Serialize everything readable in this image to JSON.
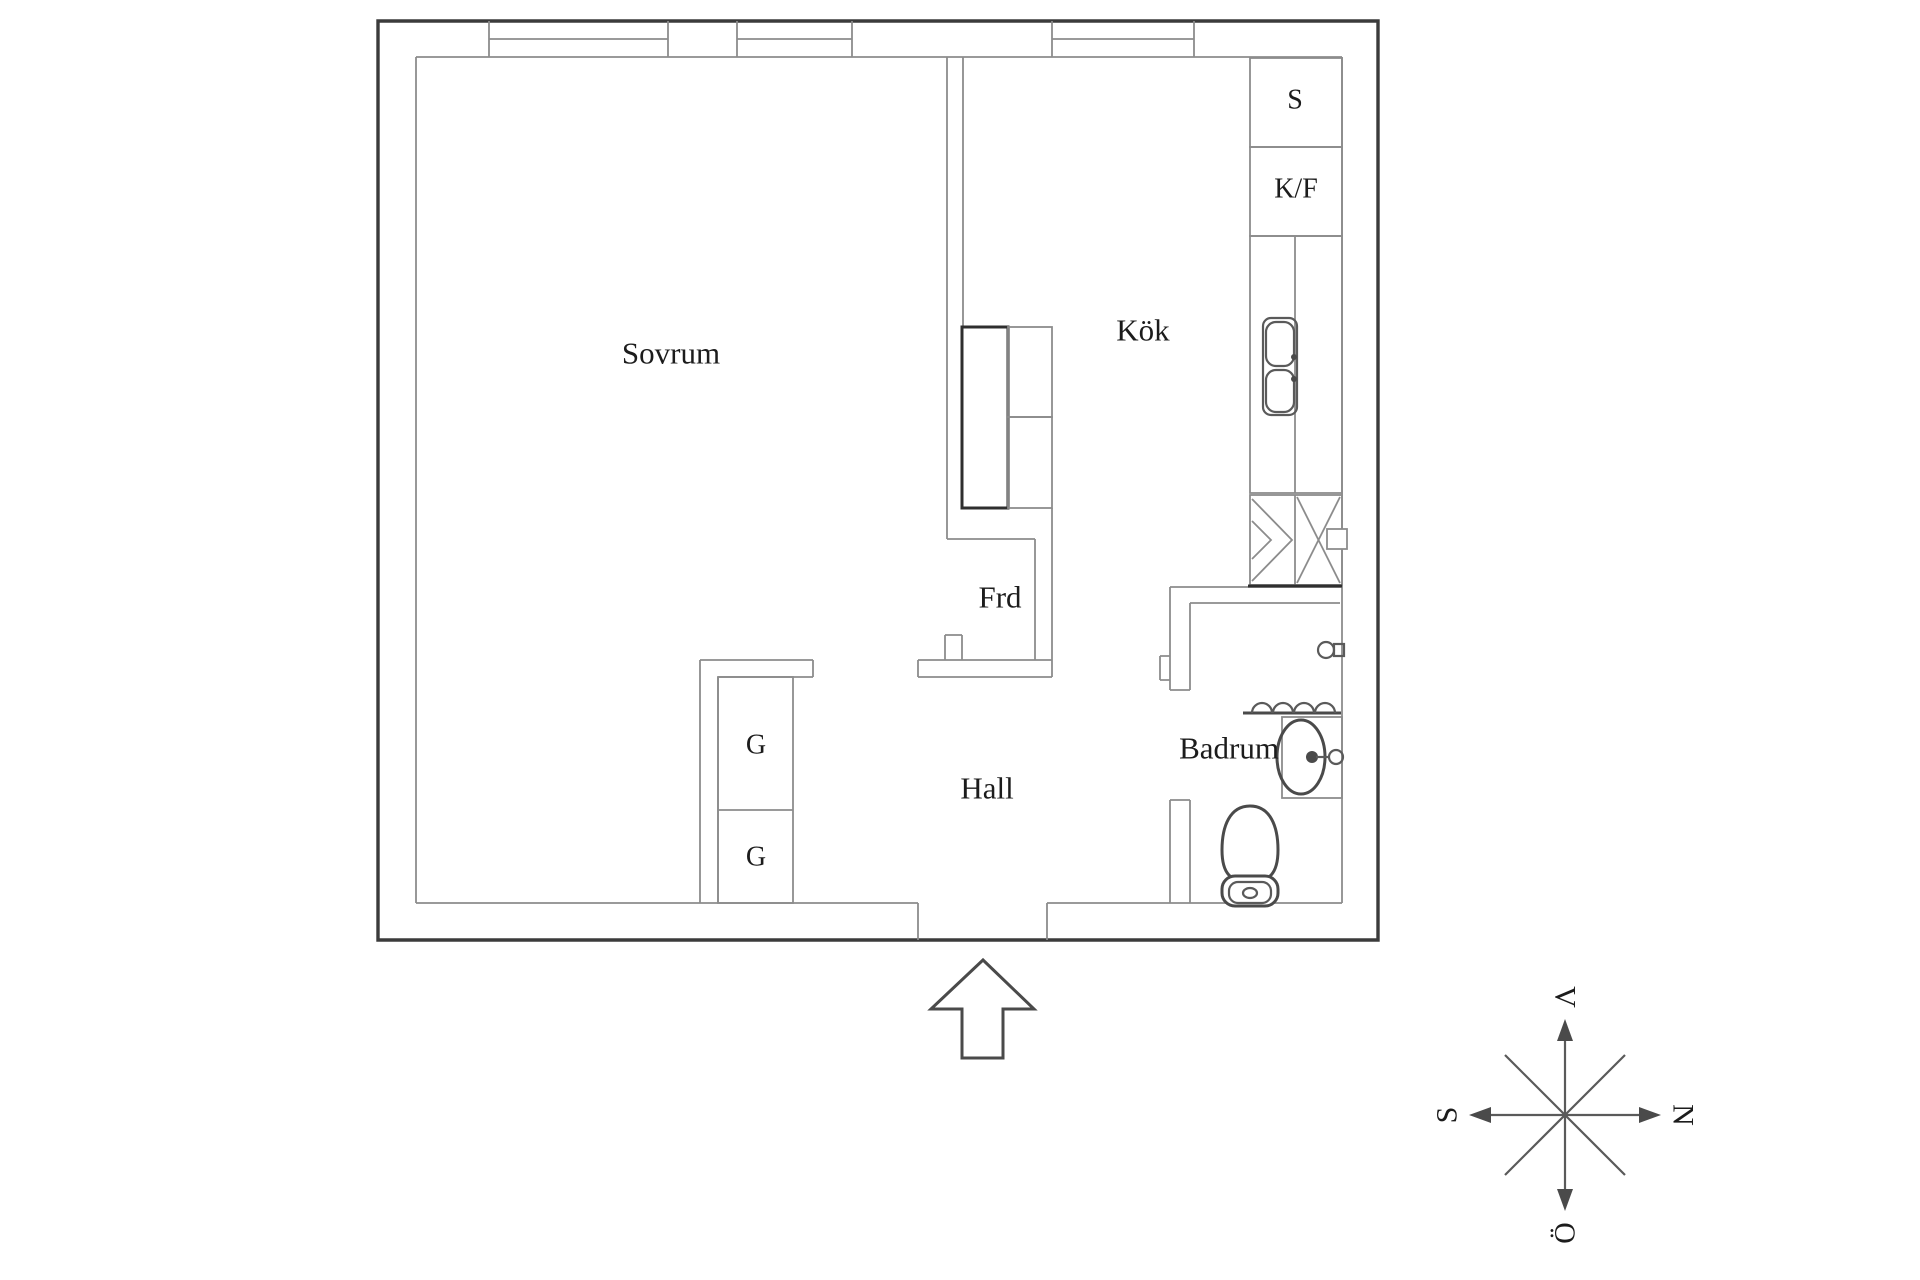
{
  "floor_plan": {
    "rooms": {
      "bedroom": "Sovrum",
      "kitchen": "Kök",
      "storage": "Frd",
      "hall": "Hall",
      "bathroom": "Badrum"
    },
    "fixtures": {
      "wardrobe_top": "G",
      "wardrobe_bottom": "G",
      "stove": "S",
      "fridge_freezer": "K/F"
    },
    "compass": {
      "up": "V",
      "right": "N",
      "left": "S",
      "down": "Ö"
    },
    "colors": {
      "background": "#ffffff",
      "wall_dark": "#3b3b3b",
      "line_gray": "#8c8c8c",
      "fixture": "#5a5a5a",
      "text": "#1c1c1c"
    }
  }
}
